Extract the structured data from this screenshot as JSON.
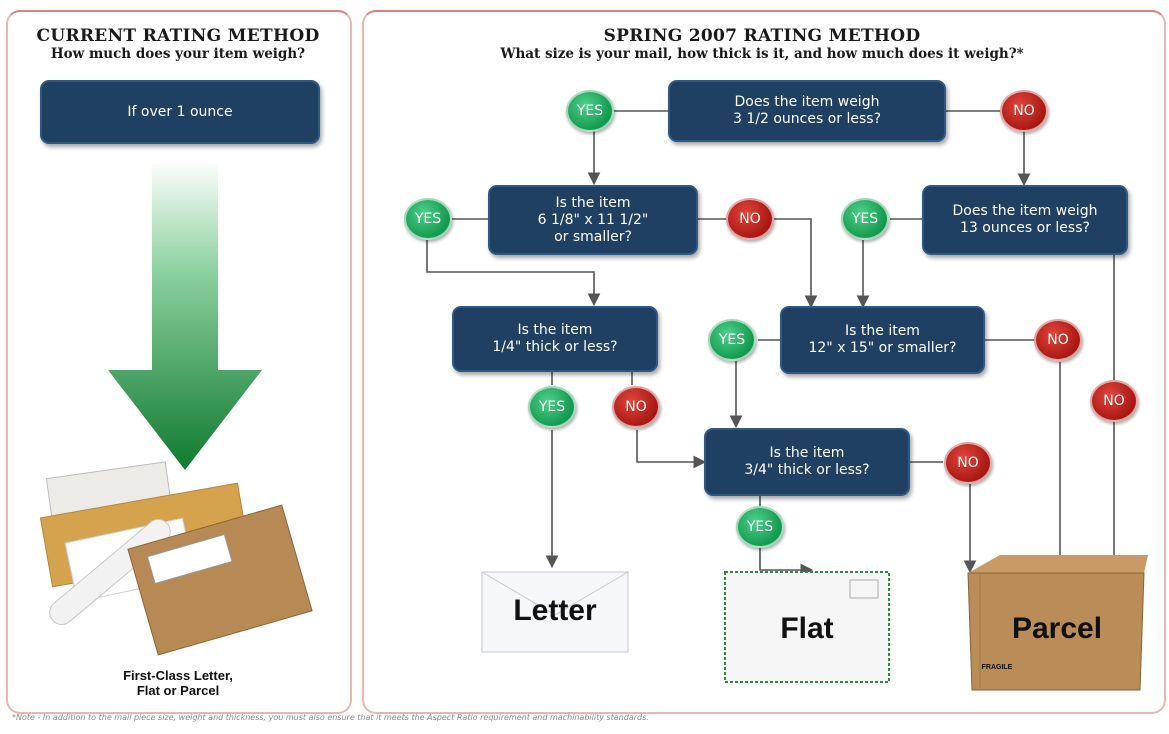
{
  "left_panel": {
    "title": "CURRENT RATING METHOD",
    "subtitle": "How much does your item weigh?",
    "box": "If over 1 ounce",
    "caption_line1": "First-Class Letter,",
    "caption_line2": "Flat or Parcel"
  },
  "right_panel": {
    "title": "SPRING 2007 RATING METHOD",
    "subtitle": "What size is your mail, how thick is it, and how much does it weigh?*"
  },
  "questions": {
    "q1": [
      "Does the item weigh",
      "3 1/2 ounces or less?"
    ],
    "q2": [
      "Is the item",
      "6 1/8\" x 11 1/2\"",
      "or smaller?"
    ],
    "q3": [
      "Does the item weigh",
      "13 ounces or less?"
    ],
    "q4": [
      "Is the item",
      "1/4\" thick or less?"
    ],
    "q5": [
      "Is the item",
      "12\" x 15\" or smaller?"
    ],
    "q6": [
      "Is the item",
      "3/4\" thick or less?"
    ]
  },
  "answers": {
    "yes": "YES",
    "no": "NO"
  },
  "outcomes": {
    "letter": "Letter",
    "flat": "Flat",
    "parcel": "Parcel",
    "fragile": "FRAGILE"
  },
  "footnote": "*Note - In addition to the mail piece size, weight and thickness, you must also ensure that it meets the Aspect Ratio requirement and machinability standards.",
  "colors": {
    "box": "#1f3f63",
    "yes": "#139a4e",
    "no": "#a81813",
    "arrow": "#1e8a3c"
  }
}
